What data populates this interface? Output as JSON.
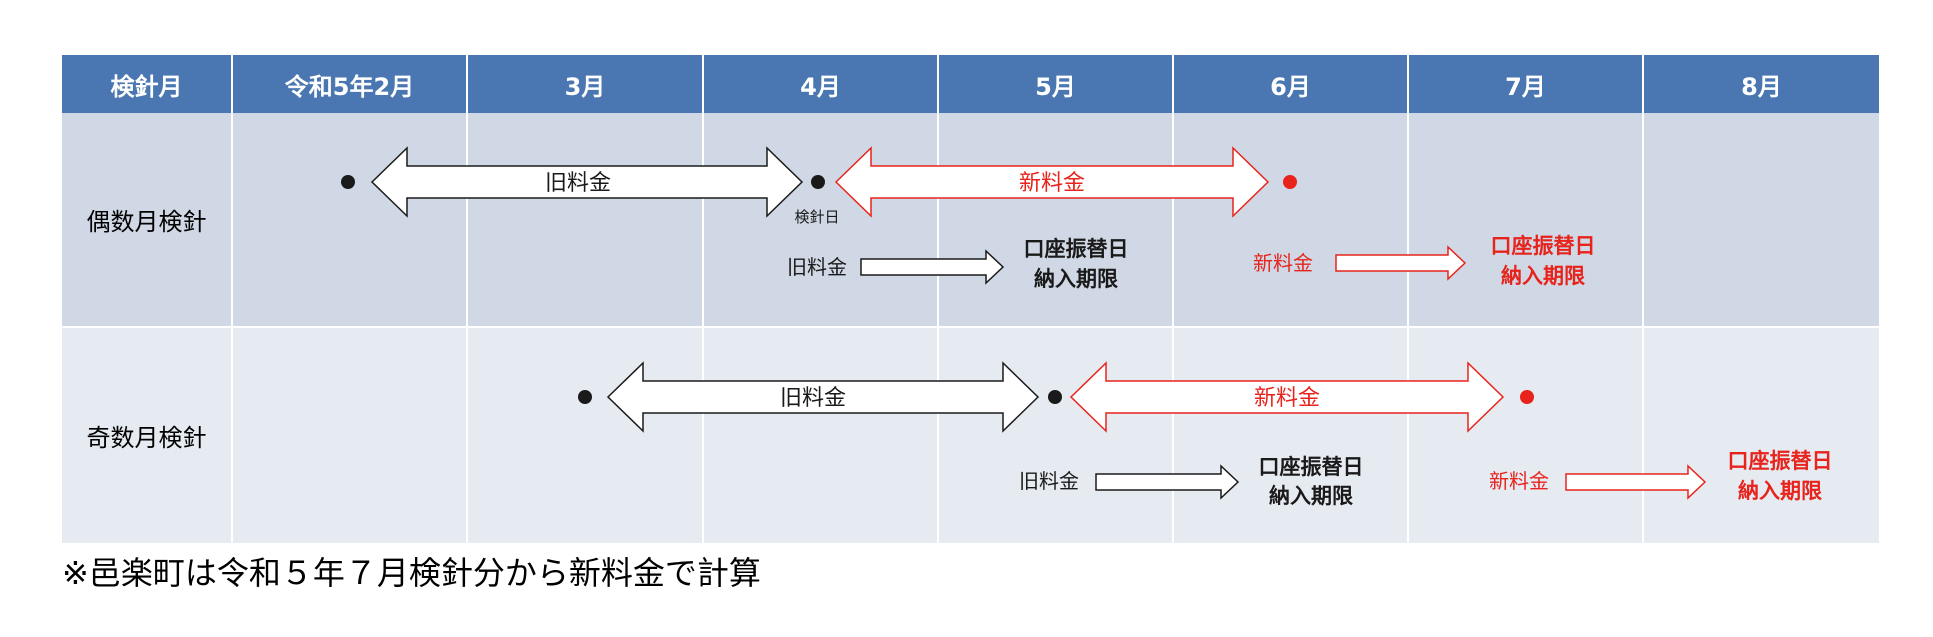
{
  "header": {
    "label": "検針月",
    "months": [
      "令和5年2月",
      "3月",
      "4月",
      "5月",
      "6月",
      "7月",
      "8月"
    ]
  },
  "rows": [
    {
      "label": "偶数月検針",
      "old_fee_label": "旧料金",
      "new_fee_label": "新料金",
      "reading_day_label": "検針日",
      "old_deadline_small": "旧料金",
      "old_deadline_line1": "口座振替日",
      "old_deadline_line2": "納入期限",
      "new_deadline_small": "新料金",
      "new_deadline_line1": "口座振替日",
      "new_deadline_line2": "納入期限"
    },
    {
      "label": "奇数月検針",
      "old_fee_label": "旧料金",
      "new_fee_label": "新料金",
      "old_deadline_small": "旧料金",
      "old_deadline_line1": "口座振替日",
      "old_deadline_line2": "納入期限",
      "new_deadline_small": "新料金",
      "new_deadline_line1": "口座振替日",
      "new_deadline_line2": "納入期限"
    }
  ],
  "footnote": "※邑楽町は令和５年７月検針分から新料金で計算",
  "colors": {
    "header_bg": "#4a77b1",
    "row_even_bg": "#cfd8e4",
    "row_odd_bg": "#e6eaf1",
    "new_fee_red": "#e8231c",
    "old_fee_black": "#1a1a1a"
  }
}
